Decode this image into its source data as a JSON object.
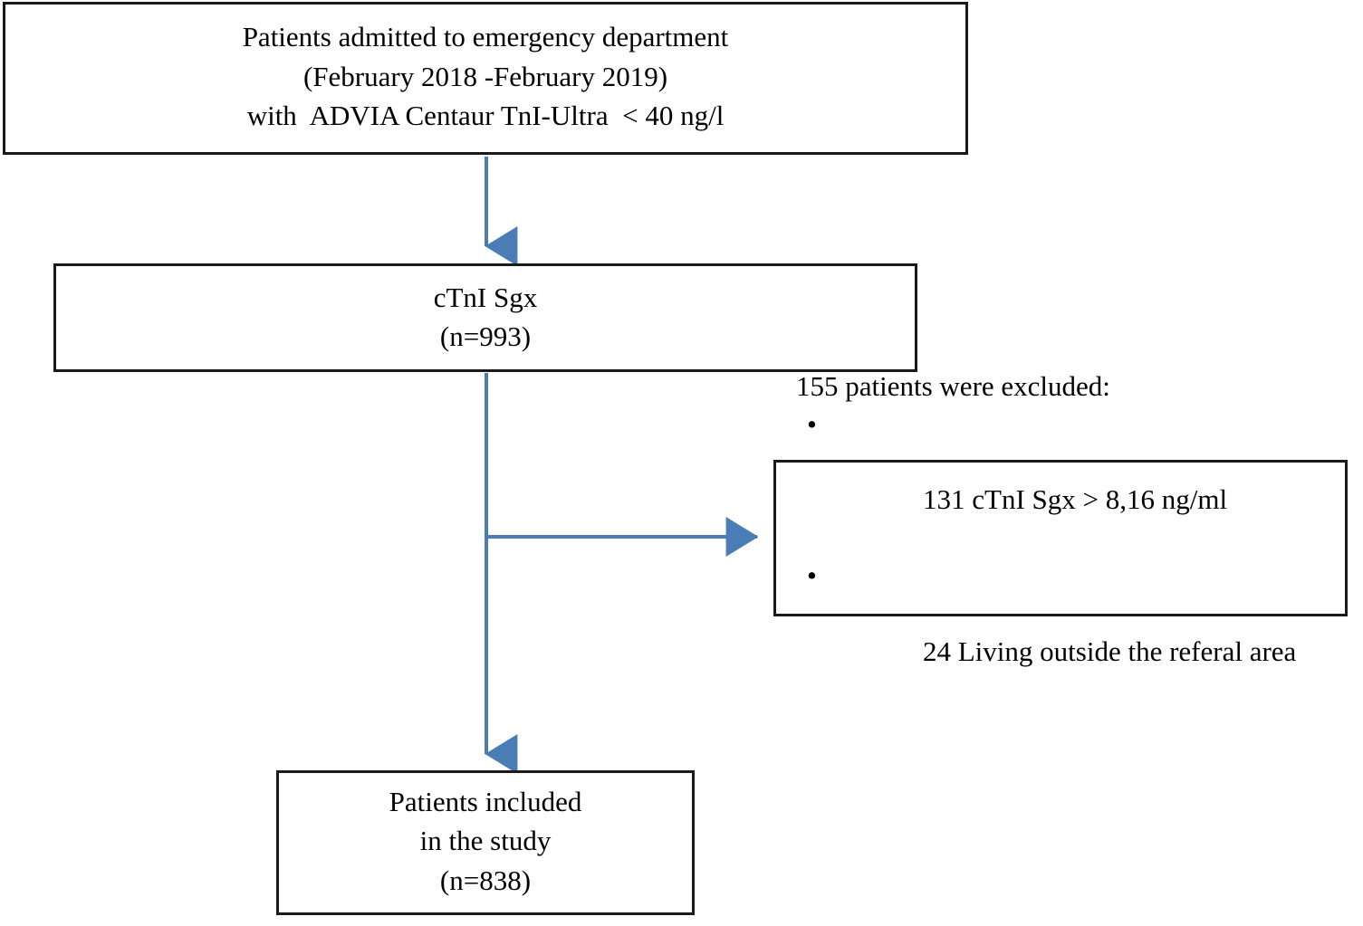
{
  "diagram": {
    "type": "flowchart",
    "title": "Patient inclusion flow diagram",
    "accent_color": "#4A7CB5",
    "box_border_color": "#1A1A1A",
    "background_color": "#FFFFFF"
  },
  "boxes": {
    "admitted": {
      "name": "Patients admitted to emergency department",
      "lines": [
        "Patients admitted to emergency department",
        "(February 2018 -February 2019)",
        "with  ADVIA Centaur TnI-Ultra  < 40 ng/l"
      ],
      "period_start": "February 2018",
      "period_end": "February 2019",
      "assay": "ADVIA Centaur TnI-Ultra",
      "threshold": "< 40 ng/l"
    },
    "ctni": {
      "name": "cTnI Sgx",
      "lines": [
        "cTnI Sgx",
        "(n=993)"
      ],
      "label": "cTnI Sgx",
      "count_label": "(n=993)",
      "count": 993
    },
    "excluded": {
      "name": "Exclusions",
      "heading": "155 patients were excluded:",
      "total_excluded": 155,
      "bullet_glyph": "•",
      "items": [
        {
          "text": "131 cTnI Sgx > 8,16 ng/ml",
          "count": 131,
          "reason": "cTnI Sgx > 8,16 ng/ml"
        },
        {
          "text": "24 Living outside the referal area",
          "count": 24,
          "reason": "Living outside the referal area"
        }
      ]
    },
    "included": {
      "name": "Patients included in the study",
      "lines": [
        "Patients included",
        "in the study",
        "(n=838)"
      ],
      "count_label": "(n=838)",
      "count": 838
    }
  },
  "connectors": [
    {
      "name": "admitted-to-ctni",
      "from": "admitted",
      "to": "ctni",
      "direction": "down"
    },
    {
      "name": "ctni-to-excluded",
      "from": "ctni",
      "to": "excluded",
      "direction": "right"
    },
    {
      "name": "ctni-to-included",
      "from": "ctni",
      "to": "included",
      "direction": "down"
    }
  ]
}
